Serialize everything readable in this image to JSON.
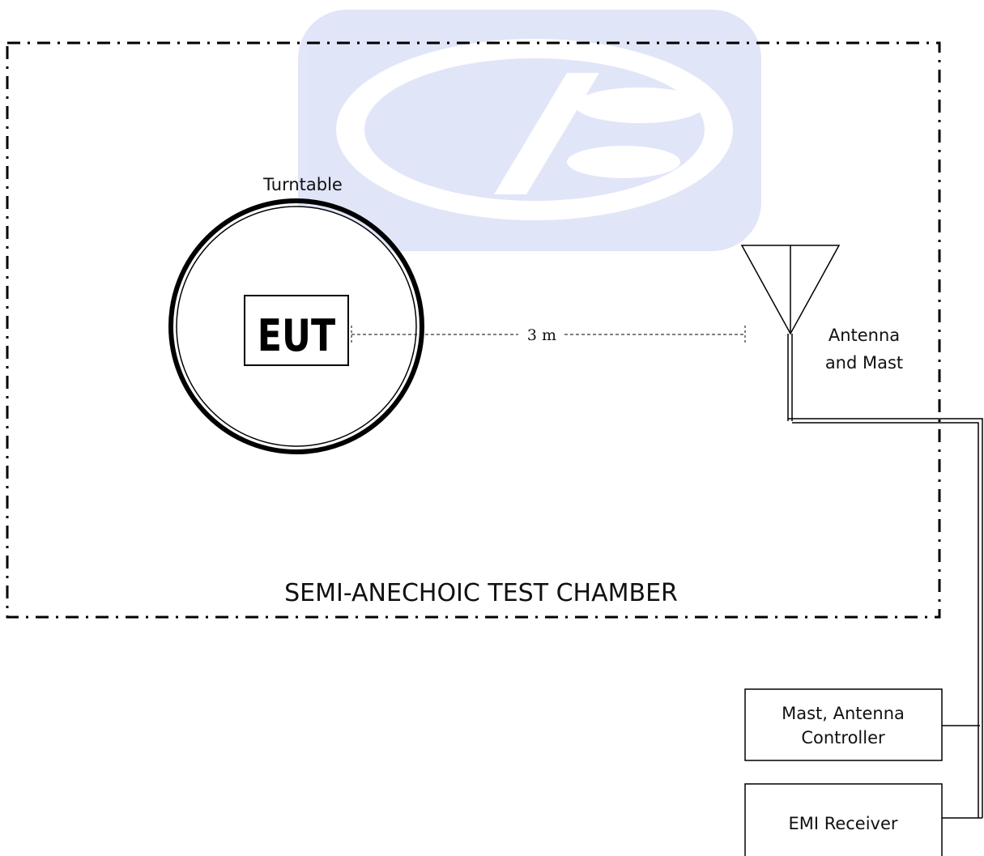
{
  "diagram": {
    "chamber_label": "SEMI-ANECHOIC TEST CHAMBER",
    "turntable_label": "Turntable",
    "eut_label": "EUT",
    "distance_label": "3 m",
    "antenna_label_line1": "Antenna",
    "antenna_label_line2": "and Mast",
    "controller_label_line1": "Mast, Antenna",
    "controller_label_line2": "Controller",
    "receiver_label": "EMI Receiver"
  },
  "colors": {
    "line": "#000000",
    "watermark": "#1e3fd0"
  },
  "watermark_icon": "company-logo-watermark"
}
